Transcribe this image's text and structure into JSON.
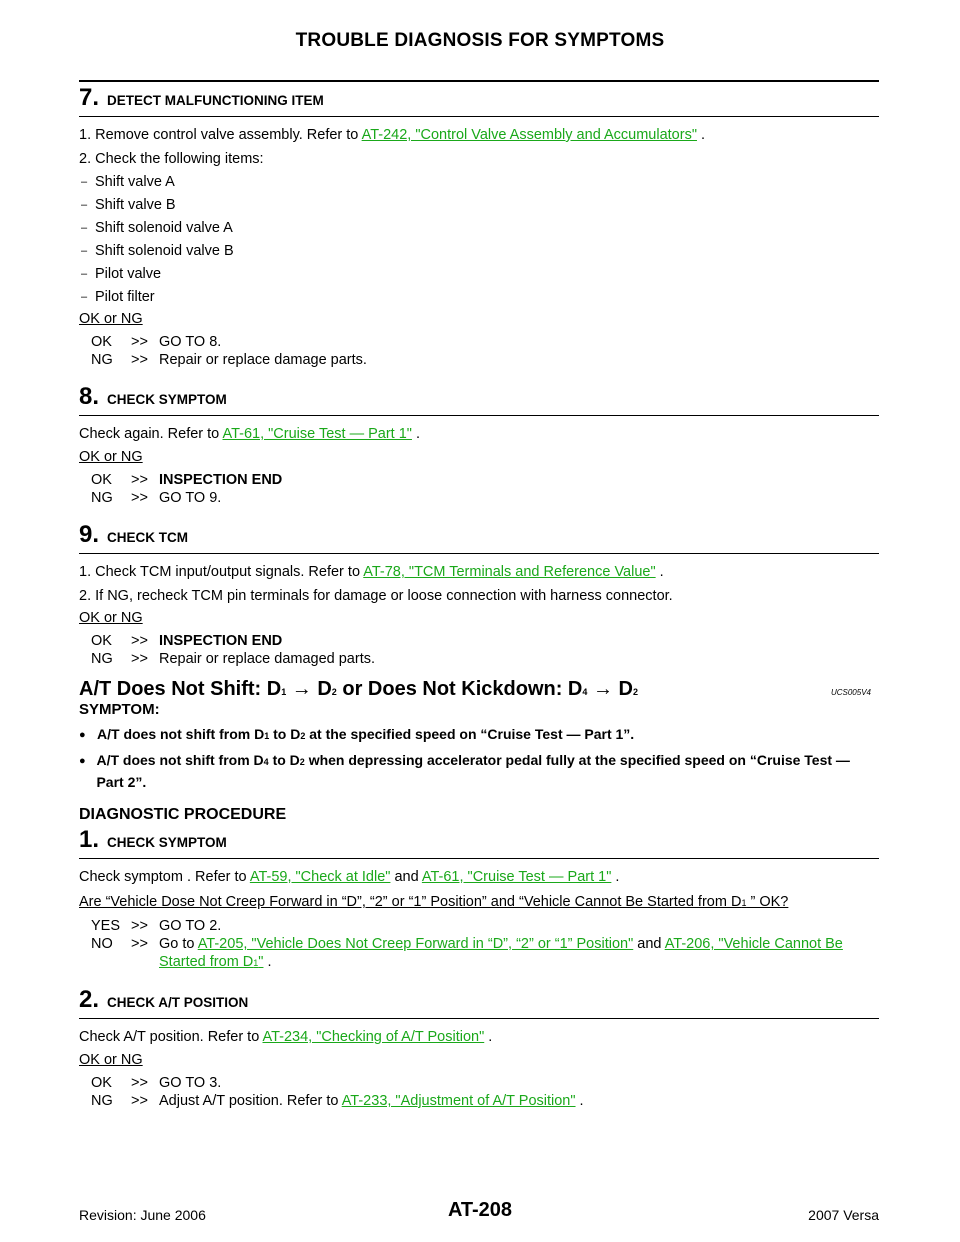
{
  "header": {
    "title": "TROUBLE DIAGNOSIS FOR SYMPTOMS"
  },
  "step7": {
    "num": "7.",
    "title": "DETECT MALFUNCTIONING ITEM",
    "l1_text": "1. Remove control valve assembly. Refer to ",
    "l1_link": "AT-242, \"Control Valve Assembly and Accumulators\"",
    "l1_end": " .",
    "l2_text": "2. Check the following items:",
    "items": [
      "Shift valve A",
      "Shift valve B",
      "Shift solenoid valve A",
      "Shift solenoid valve B",
      "Pilot valve",
      "Pilot filter"
    ],
    "okng": "OK or NG",
    "ok_code": "OK",
    "ok_arrow": ">>",
    "ok_text": "GO TO 8.",
    "ng_code": "NG",
    "ng_arrow": ">>",
    "ng_text": "Repair or replace damage parts."
  },
  "step8": {
    "num": "8.",
    "title": "CHECK SYMPTOM",
    "l1_text": "Check again. Refer to ",
    "l1_link": "AT-61, \"Cruise Test — Part 1\"",
    "l1_end": " .",
    "okng": "OK or NG",
    "ok_code": "OK",
    "ok_arrow": ">>",
    "ok_text": "INSPECTION END",
    "ng_code": "NG",
    "ng_arrow": ">>",
    "ng_text": "GO TO 9."
  },
  "step9": {
    "num": "9.",
    "title": "CHECK TCM",
    "l1_text": "1. Check TCM input/output signals. Refer to ",
    "l1_link": "AT-78, \"TCM Terminals and Reference Value\"",
    "l1_end": " .",
    "l2_text": "2. If NG, recheck TCM pin terminals for damage or loose connection with harness connector.",
    "okng": "OK or NG",
    "ok_code": "OK",
    "ok_arrow": ">>",
    "ok_text": "INSPECTION END",
    "ng_code": "NG",
    "ng_arrow": ">>",
    "ng_text": "Repair or replace damaged parts."
  },
  "section": {
    "title_a": "A/T Does Not Shift: D",
    "sub1": "1",
    "arrow1": " → D",
    "sub2": "2",
    "title_b": "  or Does Not Kickdown: D",
    "sub3": "4",
    "arrow2": " → D",
    "sub4": "2",
    "code": "UCS005V4",
    "symptom_h": "SYMPTOM:",
    "b1_a": "A/T does not shift from D",
    "b1_s1": "1",
    "b1_b": "  to D",
    "b1_s2": "2",
    "b1_c": "  at the specified speed on “Cruise Test — Part 1”.",
    "b2_a": "A/T does not shift from D",
    "b2_s1": "4",
    "b2_b": "  to D",
    "b2_s2": "2",
    "b2_c": "  when depressing accelerator pedal fully at the specified speed on “Cruise Test — Part 2”.",
    "diag_h": "DIAGNOSTIC PROCEDURE"
  },
  "step1": {
    "num": "1.",
    "title": "CHECK SYMPTOM",
    "l1_text": "Check symptom . Refer to ",
    "l1_link1": "AT-59, \"Check at Idle\"",
    "l1_mid": "  and ",
    "l1_link2": "AT-61, \"Cruise Test — Part 1\"",
    "l1_end": " .",
    "q_a": "Are “Vehicle Dose Not Creep Forward in “D”, “2” or “1” Position” and “Vehicle Cannot Be Started from D",
    "q_sub": "1",
    "q_b": " ” OK?",
    "yes_code": "YES",
    "yes_arrow": ">>",
    "yes_text": "GO TO 2.",
    "no_code": "NO",
    "no_arrow": ">>",
    "no_pre": "Go to ",
    "no_link1": "AT-205, \"Vehicle Does Not Creep Forward in “D”, “2” or “1” Position\"",
    "no_mid": "  and ",
    "no_link2a": "AT-206, \"Vehicle Cannot Be Started from D",
    "no_link2_sub": "1",
    "no_link2b": "\"",
    "no_end": " ."
  },
  "step2": {
    "num": "2.",
    "title": "CHECK A/T POSITION",
    "l1_text": "Check A/T position. Refer to ",
    "l1_link": "AT-234, \"Checking of A/T Position\"",
    "l1_end": " .",
    "okng": "OK or NG",
    "ok_code": "OK",
    "ok_arrow": ">>",
    "ok_text": "GO TO 3.",
    "ng_code": "NG",
    "ng_arrow": ">>",
    "ng_pre": "Adjust A/T position. Refer to ",
    "ng_link": "AT-233, \"Adjustment of A/T Position\"",
    "ng_end": " ."
  },
  "footer": {
    "revision": "Revision: June 2006",
    "page": "AT-208",
    "model": "2007 Versa"
  }
}
